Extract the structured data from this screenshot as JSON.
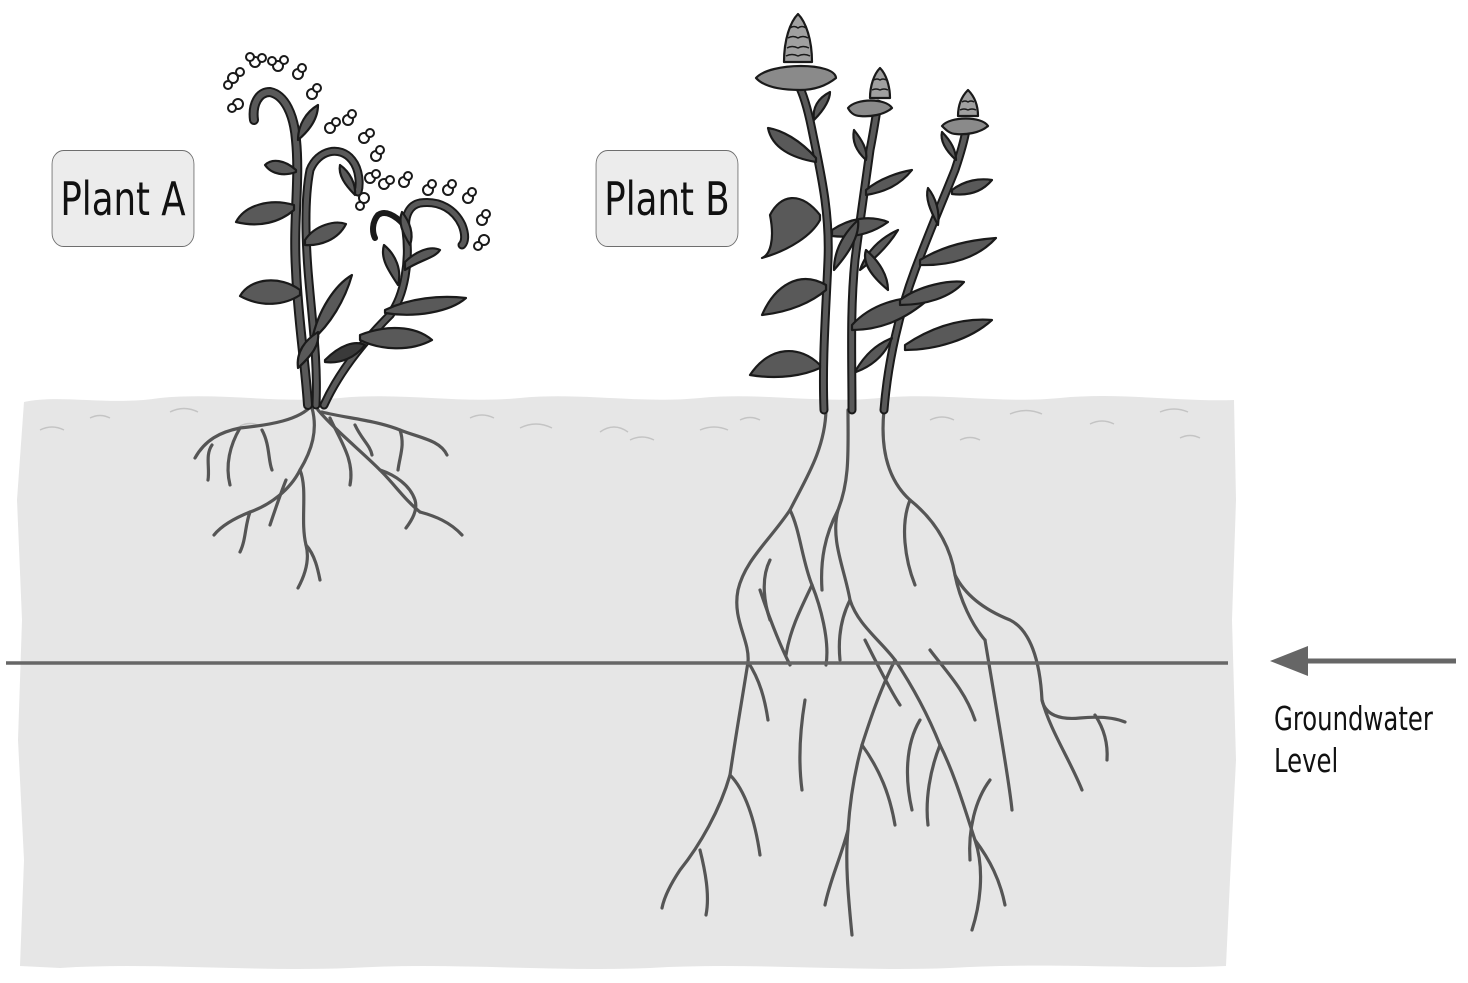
{
  "labels": {
    "plant_a": "Plant A",
    "plant_b": "Plant B",
    "groundwater_line1": "Groundwater",
    "groundwater_line2": "Level"
  },
  "colors": {
    "soil": "#e6e6e6",
    "groundwater_line": "#666666",
    "stroke": "#1a1a1a",
    "leaf": "#595959",
    "root": "#555555",
    "label_box": "#ececec"
  }
}
